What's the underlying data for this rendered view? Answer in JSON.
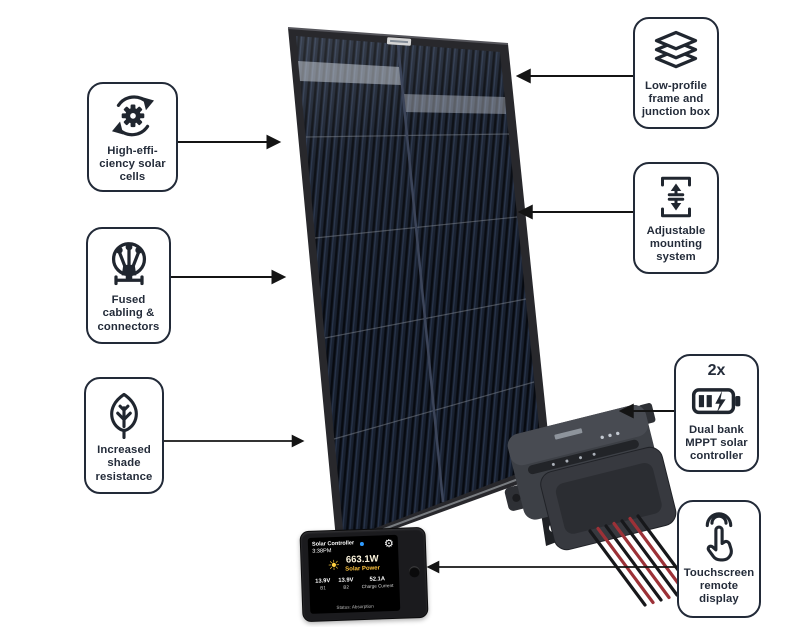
{
  "callouts": [
    {
      "id": "high-efficiency-solar-cells",
      "icon": "gear-cycle-icon",
      "lines": [
        "High-effi-",
        "ciency solar",
        "cells"
      ]
    },
    {
      "id": "fused-cabling-connectors",
      "icon": "fused-cabling-icon",
      "lines": [
        "Fused",
        "cabling &",
        "connectors"
      ]
    },
    {
      "id": "increased-shade-resistance",
      "icon": "leaf-icon",
      "lines": [
        "Increased",
        "shade",
        "resistance"
      ]
    },
    {
      "id": "low-profile-frame",
      "icon": "layers-icon",
      "lines": [
        "Low-profile",
        "frame and",
        "junction box"
      ]
    },
    {
      "id": "adjustable-mounting",
      "icon": "adjustable-mounting-icon",
      "lines": [
        "Adjustable",
        "mounting",
        "system"
      ]
    },
    {
      "id": "dual-bank-controller",
      "icon": "dual-battery-icon",
      "badge": "2x",
      "lines": [
        "Dual bank",
        "MPPT solar",
        "controller"
      ]
    },
    {
      "id": "touchscreen-remote-display",
      "icon": "touchscreen-icon",
      "lines": [
        "Touchscreen",
        "remote",
        "display"
      ]
    }
  ],
  "remote_display": {
    "title": "Solar Controller",
    "time": "3:38PM",
    "gear_icon": "⚙",
    "sun_icon": "☀",
    "power_value": "663.1W",
    "power_label": "Solar Power",
    "stats": [
      {
        "value": "13.9V",
        "label": "B1"
      },
      {
        "value": "13.9V",
        "label": "B2"
      },
      {
        "value": "52.1A",
        "label": "Charge Current"
      }
    ],
    "status": "Status: Absorption"
  },
  "colors": {
    "outline": "#222a38",
    "arrow": "#141414",
    "accent_yellow": "#ffc43d",
    "status_blue": "#2f9bff",
    "wire_red": "#9c3137",
    "panel_cell_blue": "#18202f"
  }
}
